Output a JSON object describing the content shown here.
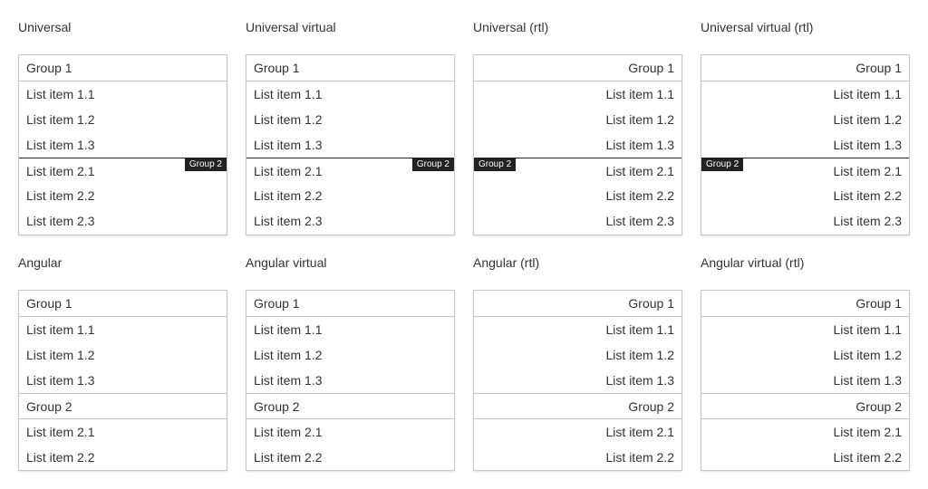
{
  "panels": [
    {
      "title": "Universal",
      "dir": "ltr",
      "style": "sticky",
      "rows": [
        {
          "kind": "header",
          "text": "Group 1"
        },
        {
          "kind": "item",
          "text": "List item 1.1"
        },
        {
          "kind": "item",
          "text": "List item 1.2"
        },
        {
          "kind": "item",
          "text": "List item 1.3"
        },
        {
          "kind": "item",
          "text": "List item 2.1",
          "tag": "Group 2"
        },
        {
          "kind": "item",
          "text": "List item 2.2"
        },
        {
          "kind": "item",
          "text": "List item 2.3"
        }
      ]
    },
    {
      "title": "Universal virtual",
      "dir": "ltr",
      "style": "sticky",
      "rows": [
        {
          "kind": "header",
          "text": "Group 1"
        },
        {
          "kind": "item",
          "text": "List item 1.1"
        },
        {
          "kind": "item",
          "text": "List item 1.2"
        },
        {
          "kind": "item",
          "text": "List item 1.3"
        },
        {
          "kind": "item",
          "text": "List item 2.1",
          "tag": "Group 2"
        },
        {
          "kind": "item",
          "text": "List item 2.2"
        },
        {
          "kind": "item",
          "text": "List item 2.3"
        }
      ]
    },
    {
      "title": "Universal (rtl)",
      "dir": "rtl",
      "style": "sticky",
      "rows": [
        {
          "kind": "header",
          "text": "Group 1"
        },
        {
          "kind": "item",
          "text": "List item 1.1"
        },
        {
          "kind": "item",
          "text": "List item 1.2"
        },
        {
          "kind": "item",
          "text": "List item 1.3"
        },
        {
          "kind": "item",
          "text": "List item 2.1",
          "tag": "Group 2"
        },
        {
          "kind": "item",
          "text": "List item 2.2"
        },
        {
          "kind": "item",
          "text": "List item 2.3"
        }
      ]
    },
    {
      "title": "Universal virtual (rtl)",
      "dir": "rtl",
      "style": "sticky",
      "rows": [
        {
          "kind": "header",
          "text": "Group 1"
        },
        {
          "kind": "item",
          "text": "List item 1.1"
        },
        {
          "kind": "item",
          "text": "List item 1.2"
        },
        {
          "kind": "item",
          "text": "List item 1.3"
        },
        {
          "kind": "item",
          "text": "List item 2.1",
          "tag": "Group 2"
        },
        {
          "kind": "item",
          "text": "List item 2.2"
        },
        {
          "kind": "item",
          "text": "List item 2.3"
        }
      ]
    },
    {
      "title": "Angular",
      "dir": "ltr",
      "style": "plain",
      "rows": [
        {
          "kind": "header",
          "text": "Group 1"
        },
        {
          "kind": "item",
          "text": "List item 1.1"
        },
        {
          "kind": "item",
          "text": "List item 1.2"
        },
        {
          "kind": "item",
          "text": "List item 1.3"
        },
        {
          "kind": "header",
          "text": "Group 2"
        },
        {
          "kind": "item",
          "text": "List item 2.1"
        },
        {
          "kind": "item",
          "text": "List item 2.2"
        }
      ]
    },
    {
      "title": "Angular virtual",
      "dir": "ltr",
      "style": "plain",
      "rows": [
        {
          "kind": "header",
          "text": "Group 1"
        },
        {
          "kind": "item",
          "text": "List item 1.1"
        },
        {
          "kind": "item",
          "text": "List item 1.2"
        },
        {
          "kind": "item",
          "text": "List item 1.3"
        },
        {
          "kind": "header",
          "text": "Group 2"
        },
        {
          "kind": "item",
          "text": "List item 2.1"
        },
        {
          "kind": "item",
          "text": "List item 2.2"
        }
      ]
    },
    {
      "title": "Angular (rtl)",
      "dir": "rtl",
      "style": "plain",
      "rows": [
        {
          "kind": "header",
          "text": "Group 1"
        },
        {
          "kind": "item",
          "text": "List item 1.1"
        },
        {
          "kind": "item",
          "text": "List item 1.2"
        },
        {
          "kind": "item",
          "text": "List item 1.3"
        },
        {
          "kind": "header",
          "text": "Group 2"
        },
        {
          "kind": "item",
          "text": "List item 2.1"
        },
        {
          "kind": "item",
          "text": "List item 2.2"
        }
      ]
    },
    {
      "title": "Angular virtual (rtl)",
      "dir": "rtl",
      "style": "plain",
      "rows": [
        {
          "kind": "header",
          "text": "Group 1"
        },
        {
          "kind": "item",
          "text": "List item 1.1"
        },
        {
          "kind": "item",
          "text": "List item 1.2"
        },
        {
          "kind": "item",
          "text": "List item 1.3"
        },
        {
          "kind": "header",
          "text": "Group 2"
        },
        {
          "kind": "item",
          "text": "List item 2.1"
        },
        {
          "kind": "item",
          "text": "List item 2.2"
        }
      ]
    }
  ]
}
